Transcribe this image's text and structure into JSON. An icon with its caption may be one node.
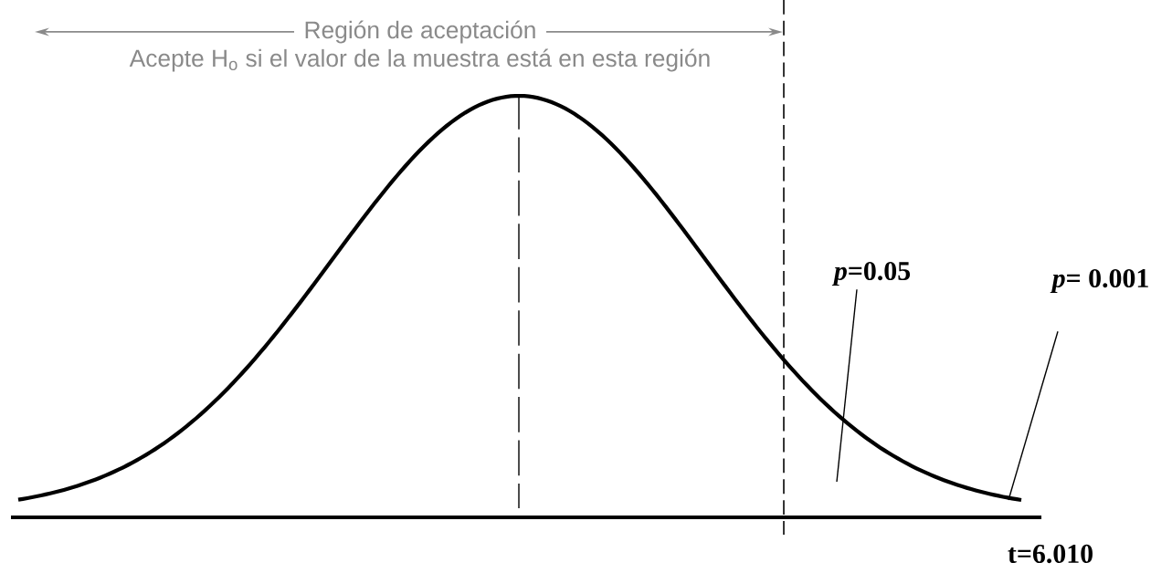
{
  "diagram": {
    "nodes": [
      {
        "text": [
          "*p*=0.05"
        ]
      },
      {
        "text": [
          "*p*= 0.001"
        ]
      }
    ],
    "edges": [
      {
        "from": 0,
        "to": null,
        "arrow": "none"
      },
      {
        "from": 1,
        "to": null,
        "arrow": "none"
      }
    ],
    "labels": [
      "Región de aceptación",
      "Acepte H$_{o}$ si el valor de la muestra está en esta región",
      "t=6.010"
    ]
  }
}
